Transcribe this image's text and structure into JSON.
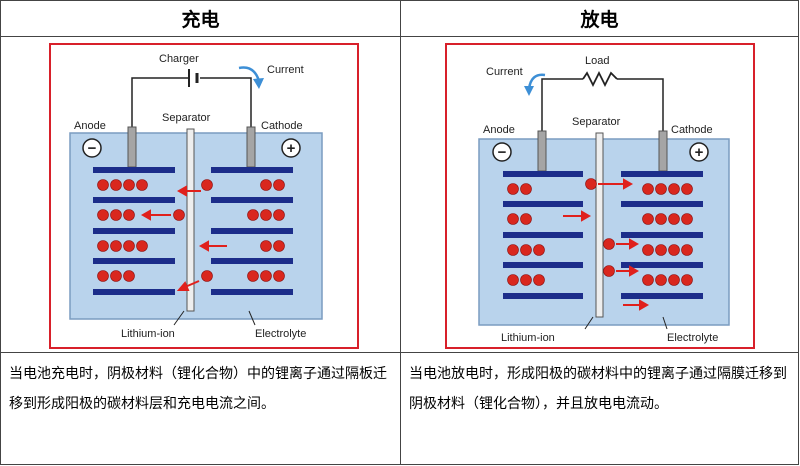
{
  "headers": {
    "charge": "充电",
    "discharge": "放电"
  },
  "charge_diagram": {
    "source_label": "Charger",
    "current_label": "Current",
    "anode_label": "Anode",
    "separator_label": "Separator",
    "cathode_label": "Cathode",
    "lithium_label": "Lithium-ion",
    "electrolyte_label": "Electrolyte",
    "minus_sign": "−",
    "plus_sign": "+"
  },
  "discharge_diagram": {
    "source_label": "Load",
    "current_label": "Current",
    "anode_label": "Anode",
    "separator_label": "Separator",
    "cathode_label": "Cathode",
    "lithium_label": "Lithium-ion",
    "electrolyte_label": "Electrolyte",
    "minus_sign": "−",
    "plus_sign": "+"
  },
  "descriptions": {
    "charge": "当电池充电时，阴极材料（锂化合物）中的锂离子通过隔板迁移到形成阳极的碳材料层和充电电流之间。",
    "discharge": "当电池放电时，形成阳极的碳材料中的锂离子通过隔膜迁移到阴极材料（锂化合物），并且放电电流动。"
  },
  "colors": {
    "frame_red": "#d8202a",
    "electrolyte_blue": "#b9d3ec",
    "plate_navy": "#1c2d8a",
    "ion_red": "#d9271e",
    "arrow_red": "#e0201c",
    "current_arrow": "#3d8fd6"
  }
}
